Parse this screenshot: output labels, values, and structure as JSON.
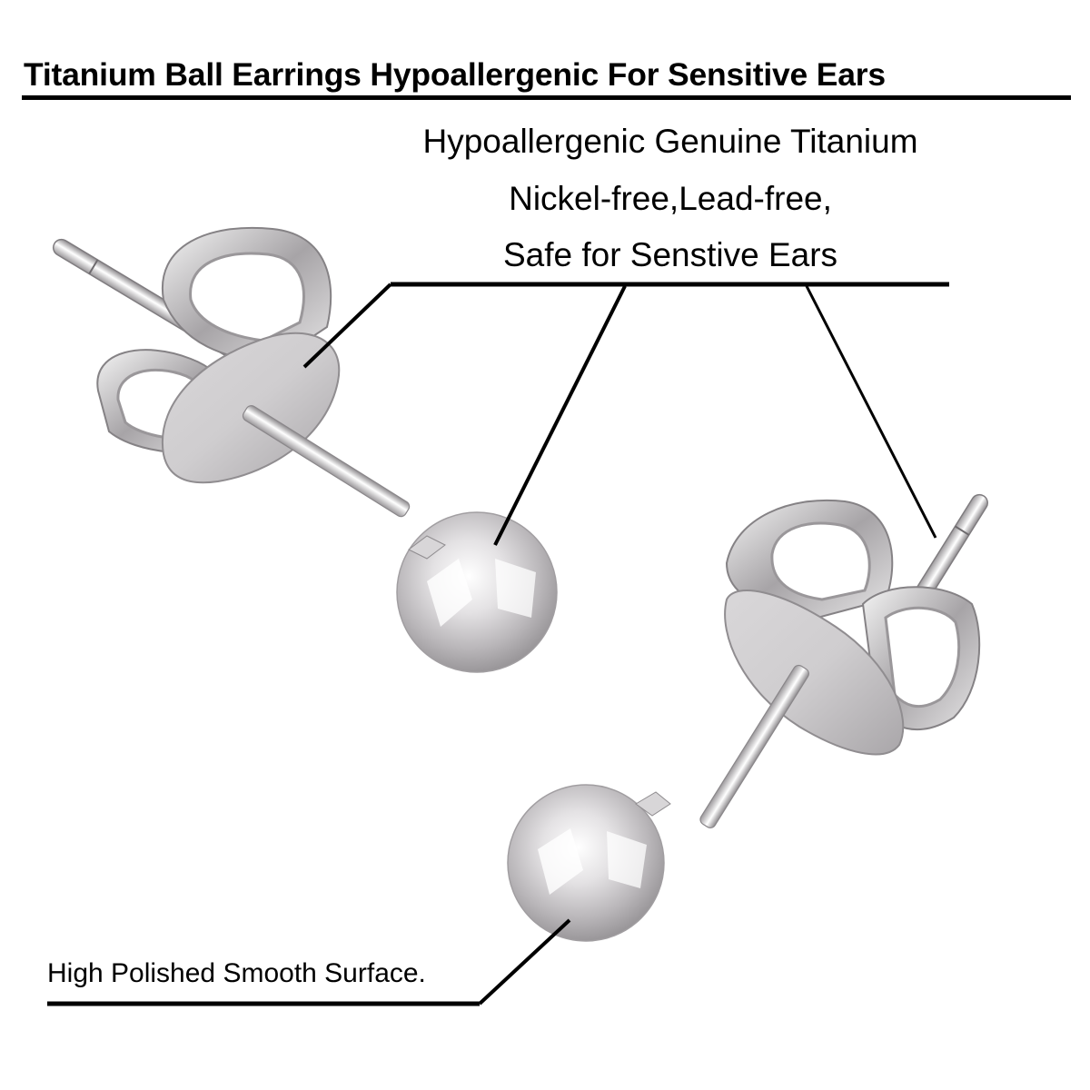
{
  "header": {
    "title": "Titanium Ball Earrings Hypoallergenic For Sensitive Ears"
  },
  "callouts": {
    "features": [
      "Hypoallergenic Genuine Titanium",
      "Nickel-free,Lead-free,",
      "Safe for Senstive Ears"
    ],
    "surface": "High Polished Smooth Surface."
  },
  "colors": {
    "background": "#ffffff",
    "text": "#000000",
    "metal_light": "#f2f2f3",
    "metal_mid": "#c9c7c9",
    "metal_dark": "#8e8b8e"
  }
}
